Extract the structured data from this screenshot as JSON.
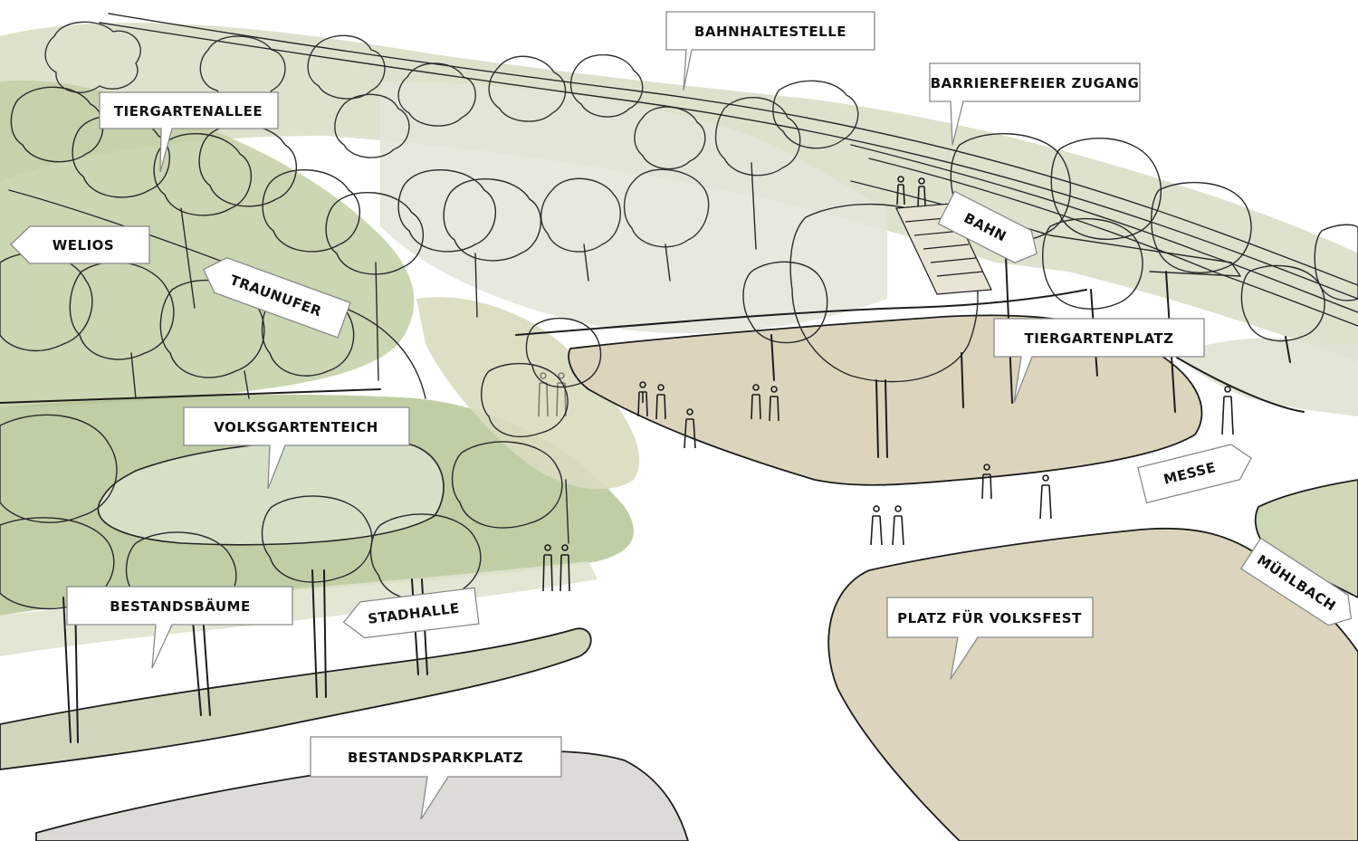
{
  "labels": {
    "bahnhaltestelle": "BAHNHALTESTELLE",
    "barrierefreier_zugang": "BARRIEREFREIER ZUGANG",
    "tiergartenallee": "TIERGARTENALLEE",
    "welios": "WELIOS",
    "traunufer": "TRAUNUFER",
    "bahn": "BAHN",
    "tiergartenplatz": "TIERGARTENPLATZ",
    "volksgartenteich": "VOLKSGARTENTEICH",
    "messe": "MESSE",
    "bestandsbaeume": "BESTANDSBÄUME",
    "stadhalle": "STADHALLE",
    "muehlbach": "MÜHLBACH",
    "platz_fuer_volksfest": "PLATZ FÜR VOLKSFEST",
    "bestandsparkplatz": "BESTANDSPARKPLATZ"
  },
  "colors": {
    "ground_sand": "#ddd4bd",
    "greenery_light": "#cfd8b6",
    "greenery_mid": "#b7c79a",
    "greenery_dark": "#9fb284",
    "parking_grey": "#dddbd7",
    "water": "#d6e0c8",
    "ink": "#1d1d1d",
    "label_bg": "#ffffff",
    "label_border": "#8a8a8a"
  }
}
